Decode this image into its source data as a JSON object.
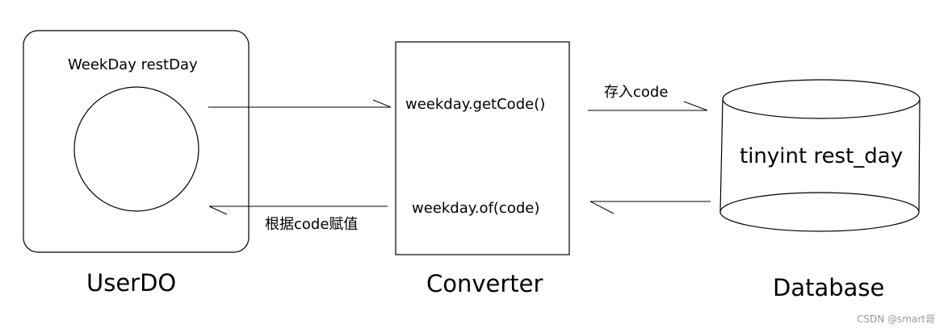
{
  "userdo": {
    "field_label": "WeekDay restDay",
    "title": "UserDO"
  },
  "converter": {
    "method_get": "weekday.getCode()",
    "method_of": "weekday.of(code)",
    "title": "Converter"
  },
  "database": {
    "column": "tinyint rest_day",
    "title": "Database"
  },
  "flows": {
    "store": "存入code",
    "assign": "根据code赋值"
  },
  "watermark": "CSDN @smart哥"
}
